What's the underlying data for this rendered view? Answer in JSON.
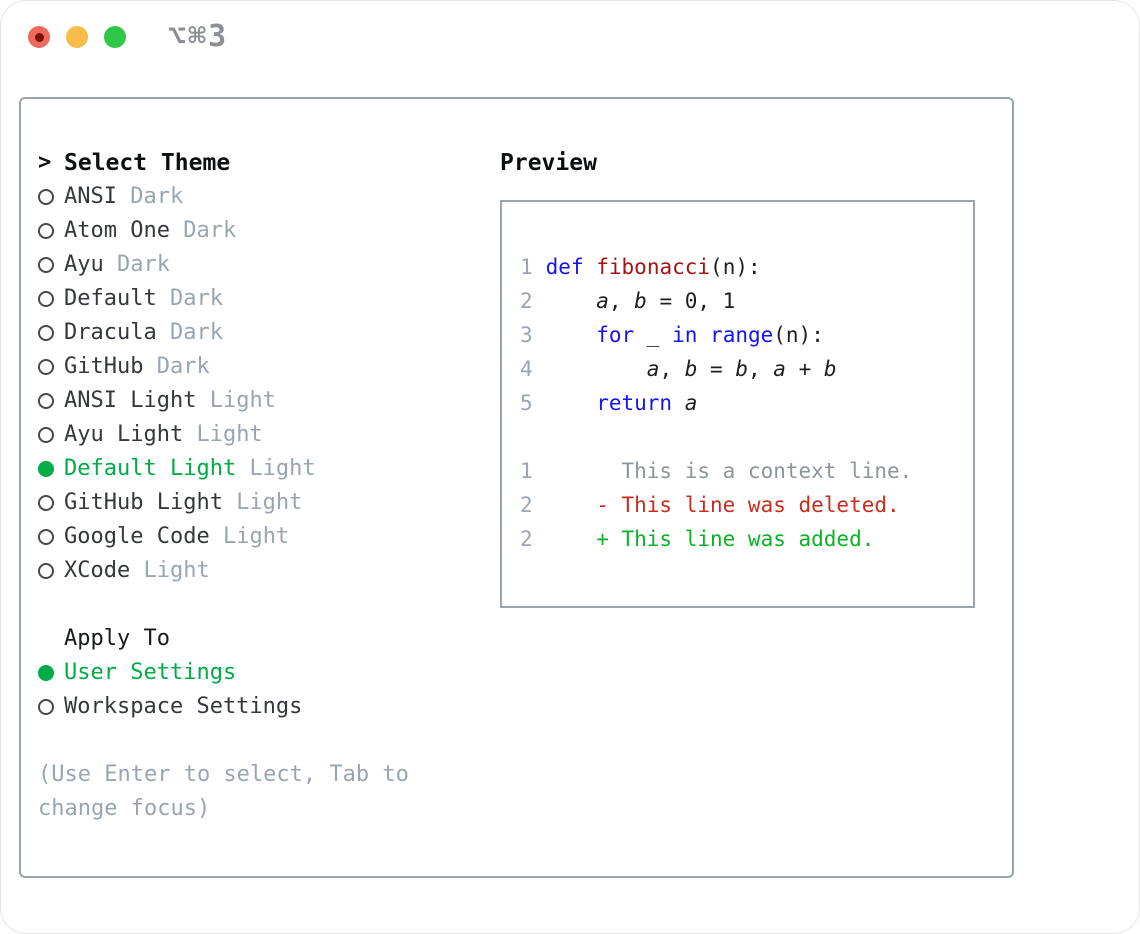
{
  "window": {
    "title_shortcut": "⌥⌘3",
    "traffic_lights": [
      {
        "name": "close",
        "color": "#ee6a5f",
        "inner_dot": true
      },
      {
        "name": "minimize",
        "color": "#f6bd4a",
        "inner_dot": false
      },
      {
        "name": "zoom",
        "color": "#2fc846",
        "inner_dot": false
      }
    ]
  },
  "theme_panel": {
    "prompt": ">",
    "header": "Select Theme",
    "items": [
      {
        "name": "ANSI",
        "variant": "Dark",
        "selected": false
      },
      {
        "name": "Atom One",
        "variant": "Dark",
        "selected": false
      },
      {
        "name": "Ayu",
        "variant": "Dark",
        "selected": false
      },
      {
        "name": "Default",
        "variant": "Dark",
        "selected": false
      },
      {
        "name": "Dracula",
        "variant": "Dark",
        "selected": false
      },
      {
        "name": "GitHub",
        "variant": "Dark",
        "selected": false
      },
      {
        "name": "ANSI Light",
        "variant": "Light",
        "selected": false
      },
      {
        "name": "Ayu Light",
        "variant": "Light",
        "selected": false
      },
      {
        "name": "Default Light",
        "variant": "Light",
        "selected": true
      },
      {
        "name": "GitHub Light",
        "variant": "Light",
        "selected": false
      },
      {
        "name": "Google Code",
        "variant": "Light",
        "selected": false
      },
      {
        "name": "XCode",
        "variant": "Light",
        "selected": false
      }
    ],
    "apply_to": {
      "header": "Apply To",
      "options": [
        {
          "label": "User Settings",
          "selected": true
        },
        {
          "label": "Workspace Settings",
          "selected": false
        }
      ]
    },
    "hint_lines": [
      "(Use Enter to select, Tab to",
      "change focus)"
    ]
  },
  "preview_panel": {
    "header": "Preview",
    "code_lines": [
      {
        "num": "1",
        "tokens": [
          [
            " ",
            "p"
          ],
          [
            "def",
            "kw"
          ],
          [
            " ",
            "p"
          ],
          [
            "fibonacci",
            "fn"
          ],
          [
            "(n):",
            "p"
          ]
        ]
      },
      {
        "num": "2",
        "tokens": [
          [
            "     ",
            "p"
          ],
          [
            "a",
            "var"
          ],
          [
            ", ",
            "p"
          ],
          [
            "b",
            "var"
          ],
          [
            " = 0, 1",
            "p"
          ]
        ]
      },
      {
        "num": "3",
        "tokens": [
          [
            "     ",
            "p"
          ],
          [
            "for",
            "kw"
          ],
          [
            " _ ",
            "p"
          ],
          [
            "in",
            "kw"
          ],
          [
            " ",
            "p"
          ],
          [
            "range",
            "kw"
          ],
          [
            "(n):",
            "p"
          ]
        ]
      },
      {
        "num": "4",
        "tokens": [
          [
            "         ",
            "p"
          ],
          [
            "a",
            "var"
          ],
          [
            ", ",
            "p"
          ],
          [
            "b",
            "var"
          ],
          [
            " = ",
            "p"
          ],
          [
            "b",
            "var"
          ],
          [
            ", ",
            "p"
          ],
          [
            "a",
            "var"
          ],
          [
            " + ",
            "p"
          ],
          [
            "b",
            "var"
          ]
        ]
      },
      {
        "num": "5",
        "tokens": [
          [
            "     ",
            "p"
          ],
          [
            "return",
            "kw"
          ],
          [
            " ",
            "p"
          ],
          [
            "a",
            "var"
          ]
        ]
      },
      {
        "num": "",
        "tokens": []
      },
      {
        "num": "1",
        "tokens": [
          [
            "       This is a context line.",
            "ctx"
          ]
        ]
      },
      {
        "num": "2",
        "tokens": [
          [
            "     ",
            "p"
          ],
          [
            "- This line was deleted.",
            "del"
          ]
        ]
      },
      {
        "num": "2",
        "tokens": [
          [
            "     ",
            "p"
          ],
          [
            "+ This line was added.",
            "add"
          ]
        ]
      }
    ]
  },
  "colors": {
    "selection_green": "#00ac45",
    "added_green": "#0ab424",
    "deleted_red": "#c92e1d",
    "keyword_blue": "#1414ee",
    "function_red": "#a31515",
    "dim_gray": "#9aa5b2",
    "panel_border": "#9aa3ae",
    "traffic_red": "#ee6a5f",
    "traffic_yellow": "#f6bd4a",
    "traffic_green": "#2fc846"
  }
}
